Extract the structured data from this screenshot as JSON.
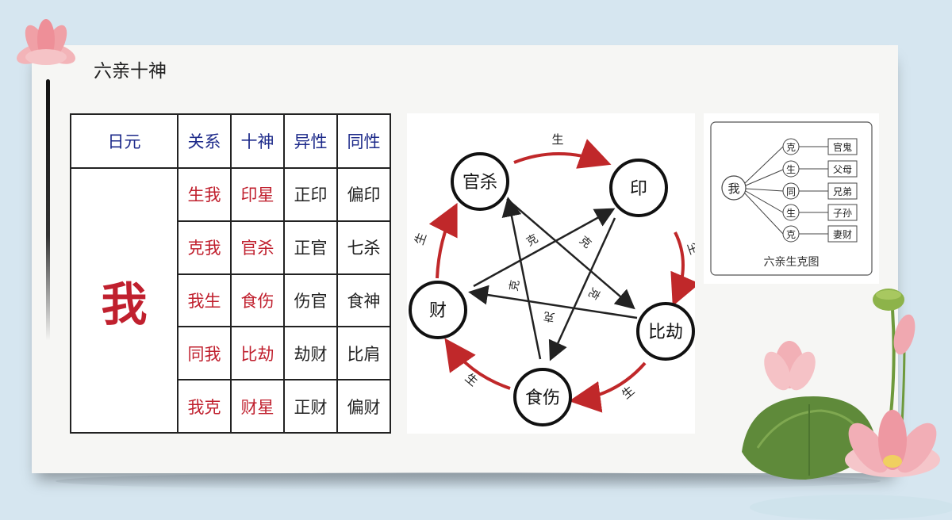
{
  "title": "六亲十神",
  "table": {
    "headers": [
      "日元",
      "关系",
      "十神",
      "异性",
      "同性"
    ],
    "me": "我",
    "rows": [
      [
        "生我",
        "印星",
        "正印",
        "偏印"
      ],
      [
        "克我",
        "官杀",
        "正官",
        "七杀"
      ],
      [
        "我生",
        "食伤",
        "伤官",
        "食神"
      ],
      [
        "同我",
        "比劫",
        "劫财",
        "比肩"
      ],
      [
        "我克",
        "财星",
        "正财",
        "偏财"
      ]
    ]
  },
  "pentagon": {
    "nodes": [
      "官杀",
      "印",
      "比劫",
      "食伤",
      "财"
    ],
    "sheng_label": "生",
    "ke_label": "克",
    "colors": {
      "sheng_arrow": "#c0282a",
      "ke_arrow": "#222222"
    }
  },
  "mini_diagram": {
    "center": "我",
    "links": [
      "克",
      "生",
      "同",
      "生",
      "克"
    ],
    "targets": [
      "官鬼",
      "父母",
      "兄弟",
      "子孙",
      "妻财"
    ],
    "caption": "六亲生克图"
  },
  "colors": {
    "red": "#c0202e",
    "navy": "#1d2a8a",
    "background": "#d6e6f0"
  }
}
